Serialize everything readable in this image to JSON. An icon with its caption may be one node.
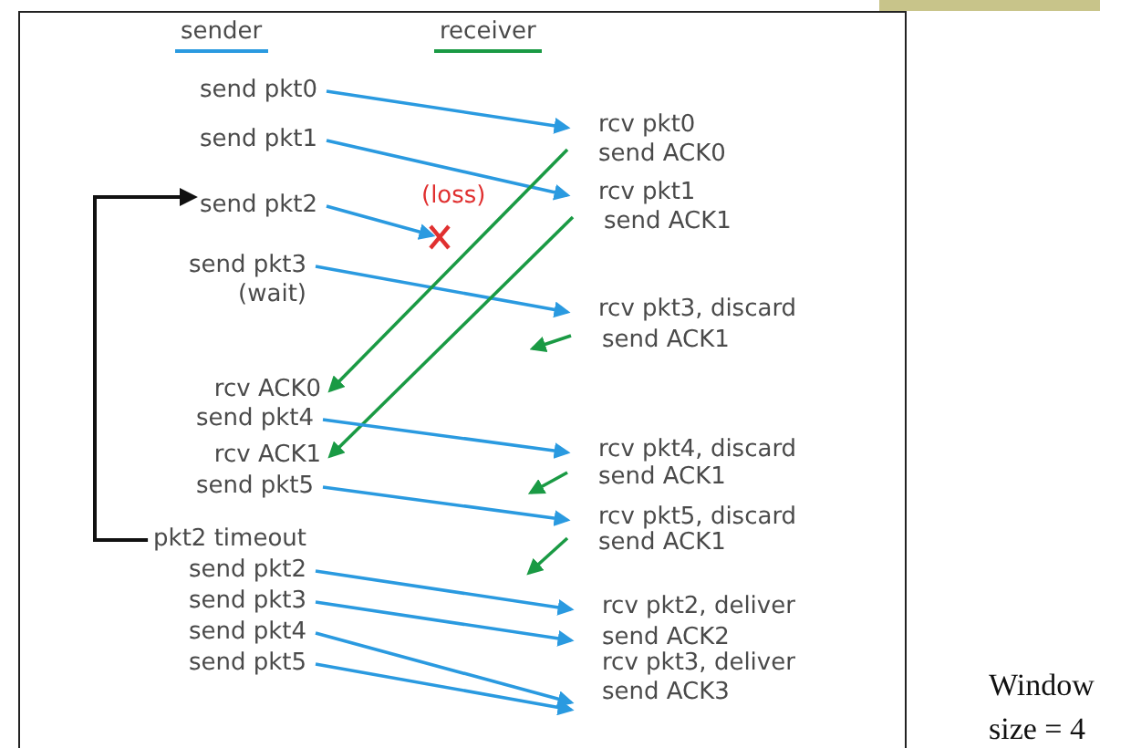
{
  "diagram": {
    "nodes": [
      {
        "text": [
          "send pkt0"
        ]
      },
      {
        "text": [
          "send pkt1"
        ]
      },
      {
        "text": [
          "send pkt2"
        ]
      },
      {
        "text": [
          "send pkt3 (wait)"
        ]
      },
      {
        "text": [
          "rcv ACK0"
        ]
      },
      {
        "text": [
          "send pkt4"
        ]
      },
      {
        "text": [
          "rcv ACK1"
        ]
      },
      {
        "text": [
          "send pkt5"
        ]
      },
      {
        "text": [
          "pkt2 timeout"
        ]
      },
      {
        "text": [
          "send pkt2"
        ]
      },
      {
        "text": [
          "send pkt3"
        ]
      },
      {
        "text": [
          "send pkt4"
        ]
      },
      {
        "text": [
          "send pkt5"
        ]
      },
      {
        "text": [
          "rcv pkt0"
        ]
      },
      {
        "text": [
          "send ACK0"
        ]
      },
      {
        "text": [
          "rcv pkt1"
        ]
      },
      {
        "text": [
          "send ACK1"
        ]
      },
      {
        "text": [
          "rcv pkt3, discard"
        ]
      },
      {
        "text": [
          "send ACK1"
        ]
      },
      {
        "text": [
          "rcv pkt4, discard"
        ]
      },
      {
        "text": [
          "send ACK1"
        ]
      },
      {
        "text": [
          "rcv pkt5, discard"
        ]
      },
      {
        "text": [
          "send ACK1"
        ]
      },
      {
        "text": [
          "rcv pkt2, deliver"
        ]
      },
      {
        "text": [
          "send ACK2"
        ]
      },
      {
        "text": [
          "rcv pkt3, deliver"
        ]
      },
      {
        "text": [
          "send ACK3"
        ]
      },
      {
        "text": [],
        "shape": "cross"
      }
    ],
    "edges": [
      {
        "from": 0,
        "to": 13,
        "arrow": "to"
      },
      {
        "from": 1,
        "to": 15,
        "arrow": "to"
      },
      {
        "from": 2,
        "to": 27,
        "arrow": "to"
      },
      {
        "from": 3,
        "to": 17,
        "arrow": "to"
      },
      {
        "from": 14,
        "to": 4,
        "arrow": "to",
        "color": "#1a9a44"
      },
      {
        "from": 16,
        "to": 6,
        "arrow": "to",
        "color": "#1a9a44"
      },
      {
        "from": 18,
        "to": null,
        "arrow": "to",
        "color": "#1a9a44"
      },
      {
        "from": 5,
        "to": 19,
        "arrow": "to"
      },
      {
        "from": 20,
        "to": null,
        "arrow": "to",
        "color": "#1a9a44"
      },
      {
        "from": 7,
        "to": 21,
        "arrow": "to"
      },
      {
        "from": 22,
        "to": null,
        "arrow": "to",
        "color": "#1a9a44"
      },
      {
        "from": 9,
        "to": 23,
        "arrow": "to"
      },
      {
        "from": 10,
        "to": 24,
        "arrow": "to"
      },
      {
        "from": 11,
        "to": 26,
        "arrow": "to"
      },
      {
        "from": 12,
        "to": 26,
        "arrow": "to"
      },
      {
        "from": 8,
        "to": 2,
        "arrow": "to",
        "color": "#111111"
      }
    ],
    "labels": [
      "sender",
      "receiver",
      "(loss)",
      "Window size = 4"
    ]
  }
}
